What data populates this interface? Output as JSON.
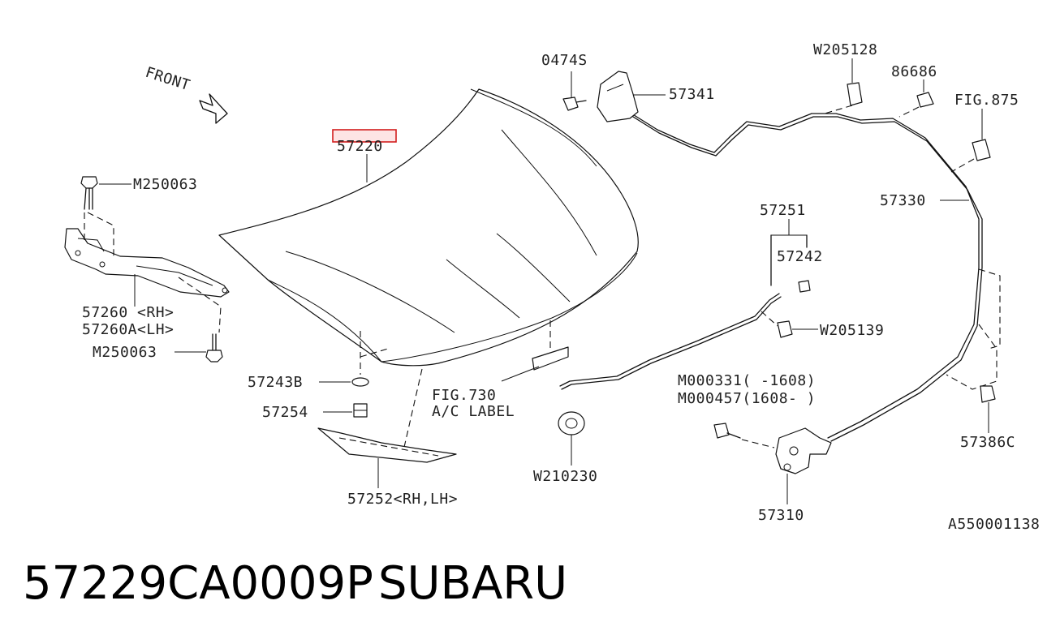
{
  "diagram": {
    "front_label": "FRONT",
    "ref_code": "A550001138",
    "highlight_part": "57220",
    "labels": [
      {
        "id": "0474s",
        "text": "0474S"
      },
      {
        "id": "57341",
        "text": "57341"
      },
      {
        "id": "w205128",
        "text": "W205128"
      },
      {
        "id": "86686",
        "text": "86686"
      },
      {
        "id": "fig875",
        "text": "FIG.875"
      },
      {
        "id": "57220",
        "text": "57220"
      },
      {
        "id": "m250063-top",
        "text": "M250063"
      },
      {
        "id": "57330",
        "text": "57330"
      },
      {
        "id": "57251",
        "text": "57251"
      },
      {
        "id": "57242",
        "text": "57242"
      },
      {
        "id": "57260-rh",
        "text": "57260 <RH>"
      },
      {
        "id": "57260a-lh",
        "text": "57260A<LH>"
      },
      {
        "id": "w205139",
        "text": "W205139"
      },
      {
        "id": "m250063-bottom",
        "text": "M250063"
      },
      {
        "id": "57243b",
        "text": "57243B"
      },
      {
        "id": "m000331",
        "text": "M000331( -1608)"
      },
      {
        "id": "m000457",
        "text": "M000457(1608- )"
      },
      {
        "id": "fig730",
        "text": "FIG.730"
      },
      {
        "id": "ac-label",
        "text": "A/C LABEL"
      },
      {
        "id": "57254",
        "text": "57254"
      },
      {
        "id": "w210230",
        "text": "W210230"
      },
      {
        "id": "57386c",
        "text": "57386C"
      },
      {
        "id": "57252",
        "text": "57252<RH,LH>"
      },
      {
        "id": "57310",
        "text": "57310"
      }
    ]
  },
  "caption": {
    "part_number": "57229CA0009P",
    "brand": "SUBARU"
  }
}
